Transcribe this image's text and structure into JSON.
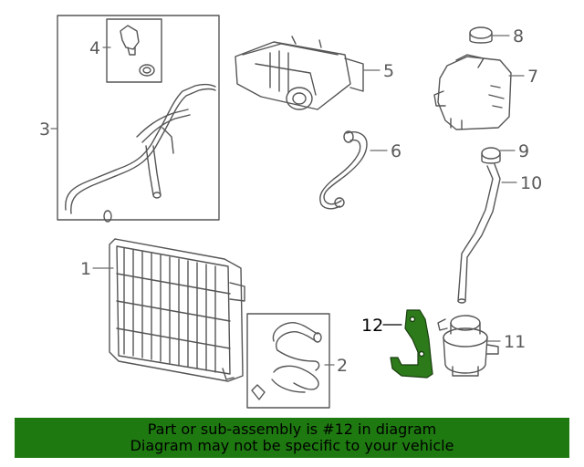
{
  "callouts": {
    "c1": "1",
    "c2": "2",
    "c3": "3",
    "c4": "4",
    "c5": "5",
    "c6": "6",
    "c7": "7",
    "c8": "8",
    "c9": "9",
    "c10": "10",
    "c11": "11",
    "c12": "12"
  },
  "highlighted_part": "12",
  "colors": {
    "line": "#555555",
    "highlight_fill": "#2d7a1a",
    "banner_bg": "#1e7a10",
    "banner_text": "#000000"
  },
  "banner": {
    "line1": "Part or sub-assembly is #12 in diagram",
    "line2": "Diagram may not be specific to your vehicle"
  }
}
